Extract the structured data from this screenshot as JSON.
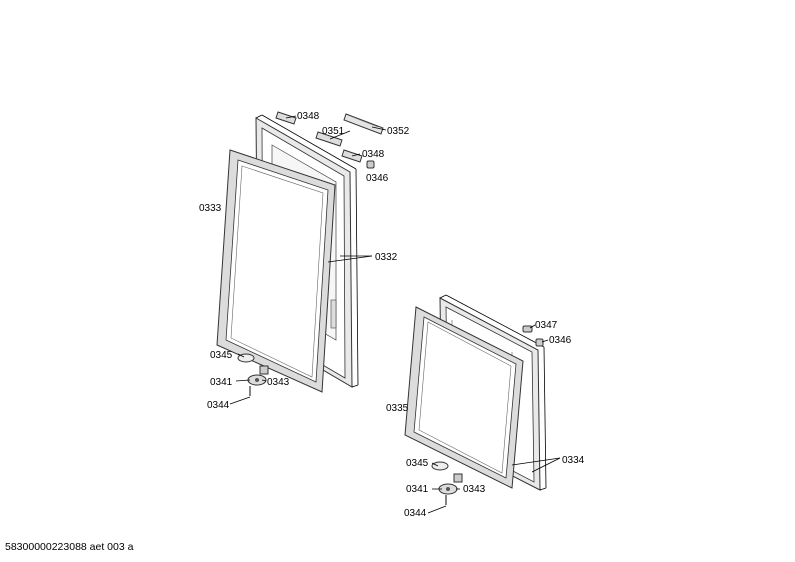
{
  "footer": {
    "document_id": "58300000223088 aet 003 a"
  },
  "callouts": {
    "c0348a": "0348",
    "c0351": "0351",
    "c0352": "0352",
    "c0348b": "0348",
    "c0346a": "0346",
    "c0333": "0333",
    "c0332": "0332",
    "c0345a": "0345",
    "c0341a": "0341",
    "c0343a": "0343",
    "c0344a": "0344",
    "c0347": "0347",
    "c0346b": "0346",
    "c0335": "0335",
    "c0334": "0334",
    "c0345b": "0345",
    "c0341b": "0341",
    "c0343b": "0343",
    "c0344b": "0344"
  }
}
